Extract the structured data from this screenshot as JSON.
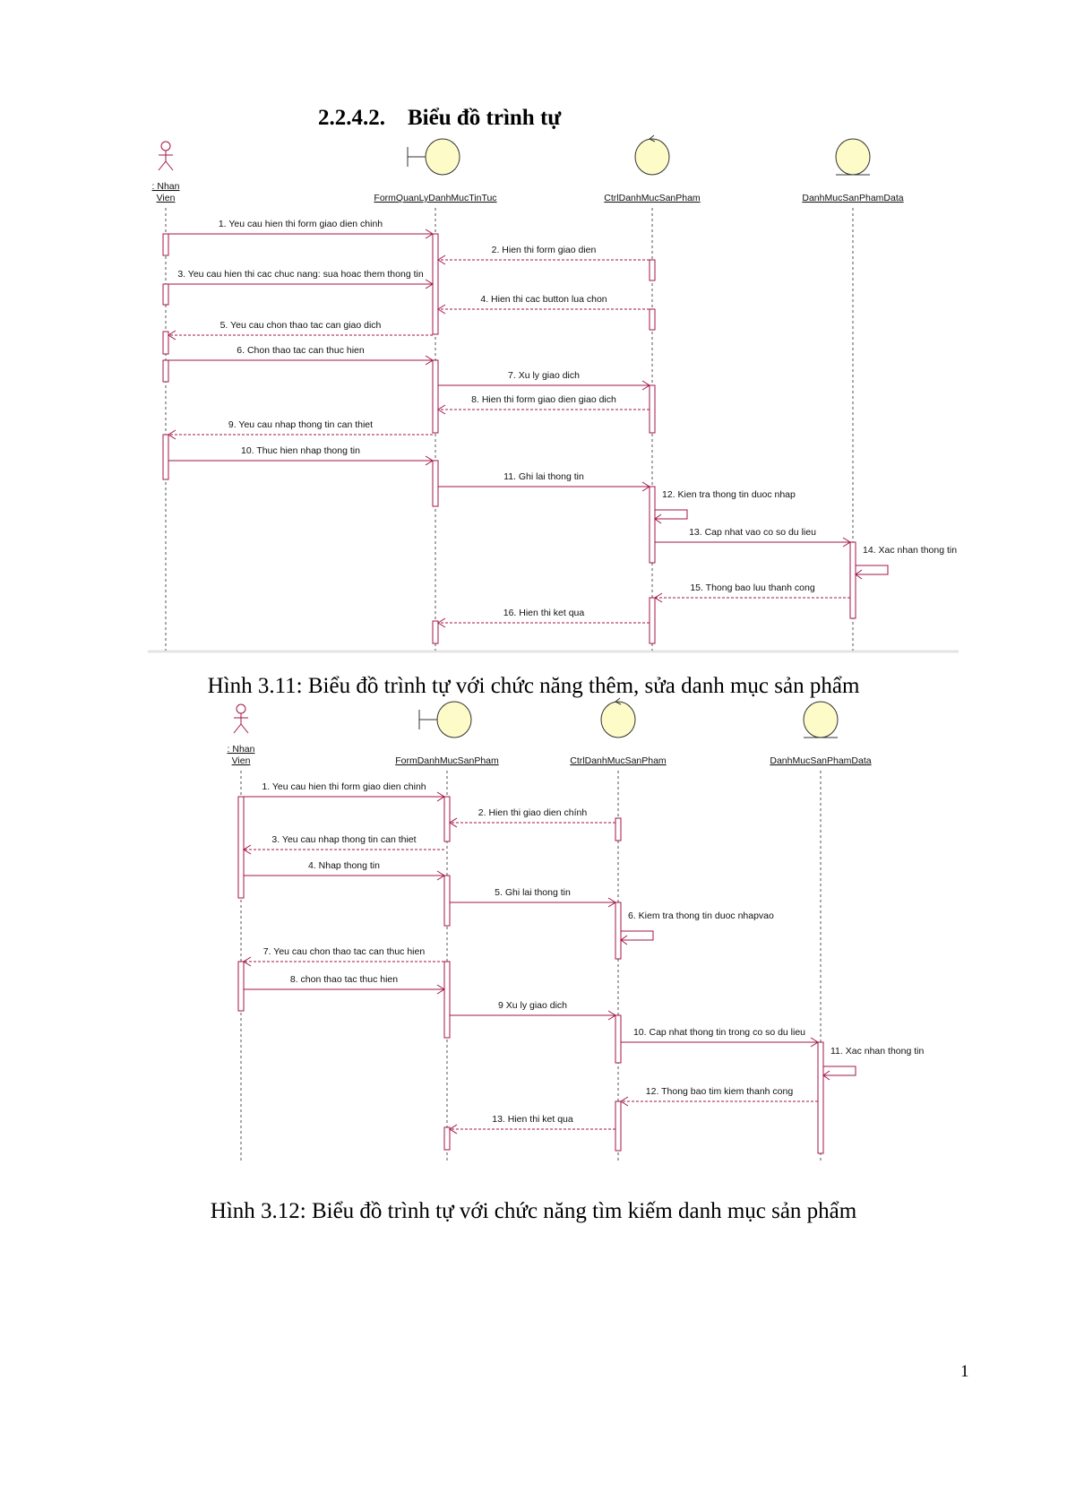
{
  "section": {
    "number": "2.2.4.2.",
    "title": "Biểu đồ trình tự"
  },
  "colors": {
    "message": "#a3144a",
    "lifeline": "#444444",
    "object_fill": "#fdfbc8"
  },
  "diagrams": [
    {
      "caption": "Hình 3.11: Biểu đồ trình tự với chức năng thêm, sửa danh mục sản phẩm",
      "lifelines": [
        {
          "label_line1": ": Nhan",
          "label_line2": "Vien",
          "icon": "actor-icon"
        },
        {
          "label_line1": "FormQuanLyDanhMucTinTuc",
          "icon": "boundary-icon"
        },
        {
          "label_line1": "CtrlDanhMucSanPham",
          "icon": "control-icon"
        },
        {
          "label_line1": "DanhMucSanPhamData",
          "icon": "entity-icon"
        }
      ],
      "messages": [
        {
          "text": "1. Yeu cau hien thi form giao dien chinh",
          "from": 0,
          "to": 1,
          "kind": "call"
        },
        {
          "text": "2. Hien thi form giao dien",
          "from": 2,
          "to": 1,
          "kind": "return"
        },
        {
          "text": "3. Yeu cau hien thi cac chuc nang: sua hoac them thong tin",
          "from": 0,
          "to": 1,
          "kind": "call"
        },
        {
          "text": "4. Hien thi cac button lua chon",
          "from": 2,
          "to": 1,
          "kind": "return"
        },
        {
          "text": "5. Yeu cau chon thao tac can giao dich",
          "from": 1,
          "to": 0,
          "kind": "return"
        },
        {
          "text": "6. Chon thao tac can thuc hien",
          "from": 0,
          "to": 1,
          "kind": "call"
        },
        {
          "text": "7. Xu ly giao dich",
          "from": 1,
          "to": 2,
          "kind": "call"
        },
        {
          "text": "8. Hien thi form giao dien giao dich",
          "from": 2,
          "to": 1,
          "kind": "return"
        },
        {
          "text": "9. Yeu cau nhap thong tin can thiet",
          "from": 1,
          "to": 0,
          "kind": "return"
        },
        {
          "text": "10. Thuc hien nhap thong tin",
          "from": 0,
          "to": 1,
          "kind": "call"
        },
        {
          "text": "11. Ghi lai thong tin",
          "from": 1,
          "to": 2,
          "kind": "call"
        },
        {
          "text": "12. Kien tra thong tin duoc nhap",
          "from": 2,
          "to": 2,
          "kind": "self"
        },
        {
          "text": "13. Cap nhat vao co so du lieu",
          "from": 2,
          "to": 3,
          "kind": "call"
        },
        {
          "text": "14. Xac nhan thong tin",
          "from": 3,
          "to": 3,
          "kind": "self"
        },
        {
          "text": "15. Thong bao luu thanh cong",
          "from": 3,
          "to": 2,
          "kind": "return"
        },
        {
          "text": "16. Hien thi ket qua",
          "from": 2,
          "to": 1,
          "kind": "return"
        }
      ]
    },
    {
      "caption": "Hình 3.12: Biểu đồ trình tự với chức năng tìm kiếm danh mục sản phẩm",
      "lifelines": [
        {
          "label_line1": ": Nhan",
          "label_line2": "Vien",
          "icon": "actor-icon"
        },
        {
          "label_line1": "FormDanhMucSanPham",
          "icon": "boundary-icon"
        },
        {
          "label_line1": "CtrlDanhMucSanPham",
          "icon": "control-icon"
        },
        {
          "label_line1": "DanhMucSanPhamData",
          "icon": "entity-icon"
        }
      ],
      "messages": [
        {
          "text": "1. Yeu cau hien thi form giao dien chinh",
          "from": 0,
          "to": 1,
          "kind": "call"
        },
        {
          "text": "2. Hien thi giao dien chính",
          "from": 2,
          "to": 1,
          "kind": "return"
        },
        {
          "text": "3. Yeu cau nhap thong tin can thiet",
          "from": 1,
          "to": 0,
          "kind": "return"
        },
        {
          "text": "4. Nhap thong tin",
          "from": 0,
          "to": 1,
          "kind": "call"
        },
        {
          "text": "5. Ghi lai thong tin",
          "from": 1,
          "to": 2,
          "kind": "call"
        },
        {
          "text": "6. Kiem tra thong tin duoc nhapvao",
          "from": 2,
          "to": 2,
          "kind": "self"
        },
        {
          "text": "7. Yeu cau chon thao tac can thuc hien",
          "from": 1,
          "to": 0,
          "kind": "return"
        },
        {
          "text": "8. chon thao tac thuc hien",
          "from": 0,
          "to": 1,
          "kind": "call"
        },
        {
          "text": "9 Xu ly giao dich",
          "from": 1,
          "to": 2,
          "kind": "call"
        },
        {
          "text": "10. Cap nhat thong tin trong co so du lieu",
          "from": 2,
          "to": 3,
          "kind": "call"
        },
        {
          "text": "11. Xac nhan thong tin",
          "from": 3,
          "to": 3,
          "kind": "self"
        },
        {
          "text": "12. Thong bao tim kiem thanh cong",
          "from": 3,
          "to": 2,
          "kind": "return"
        },
        {
          "text": "13. Hien thi ket qua",
          "from": 2,
          "to": 1,
          "kind": "return"
        }
      ]
    }
  ],
  "page_number": "1"
}
